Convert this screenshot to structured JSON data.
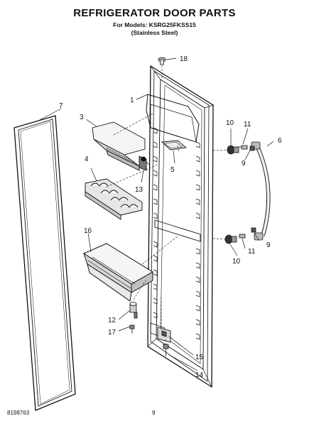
{
  "header": {
    "title": "REFRIGERATOR DOOR PARTS",
    "models_line": "For Models: KSRG25FKSS15",
    "finish_line": "(Stainless Steel)"
  },
  "callouts": {
    "c1": "1",
    "c3": "3",
    "c4": "4",
    "c5": "5",
    "c6": "6",
    "c7": "7",
    "c9a": "9",
    "c9b": "9",
    "c10a": "10",
    "c10b": "10",
    "c11a": "11",
    "c11b": "11",
    "c12": "12",
    "c13": "13",
    "c14": "14",
    "c15": "15",
    "c16": "16",
    "c17": "17",
    "c18": "18"
  },
  "footer": {
    "doc_number": "8198763",
    "page_number": "9"
  },
  "colors": {
    "line": "#111111",
    "shade": "#cfcfcf",
    "dark": "#444444"
  }
}
